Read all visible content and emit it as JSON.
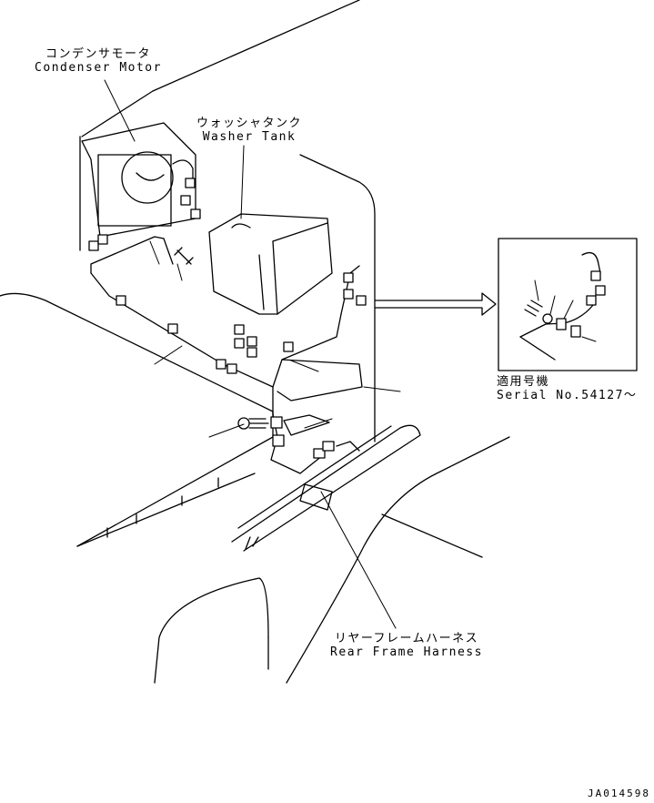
{
  "labels": {
    "condenser_motor": {
      "jp": "コンデンサモータ",
      "en": "Condenser Motor"
    },
    "washer_tank": {
      "jp": "ウォッシャタンク",
      "en": "Washer Tank"
    },
    "rear_frame_harness": {
      "jp": "リヤーフレームハーネス",
      "en": "Rear Frame Harness"
    },
    "serial": {
      "jp": "適用号機",
      "en": "Serial No.54127～"
    }
  },
  "drawing_code": "JA014598"
}
